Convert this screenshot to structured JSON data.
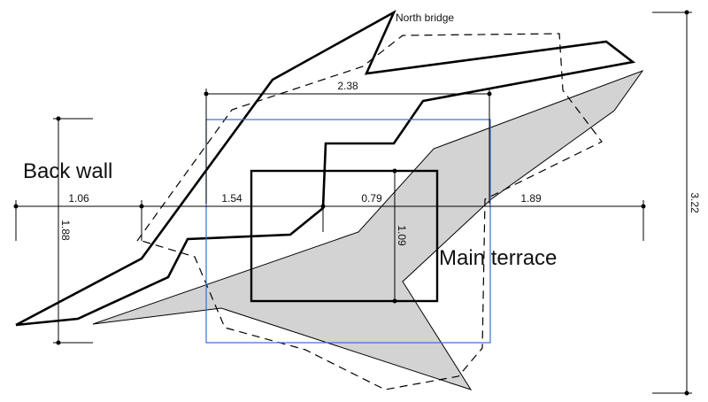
{
  "labels": {
    "north_bridge": "North bridge",
    "back_wall": "Back wall",
    "main_terrace": "Main terrace"
  },
  "dimensions": {
    "top_width": "2.38",
    "seg_left": "1.06",
    "seg_mid_left": "1.54",
    "seg_mid_right": "0.79",
    "seg_right": "1.89",
    "left_height": "1.88",
    "inner_height": "1.09",
    "total_height": "3.22"
  },
  "colors": {
    "stroke": "#000000",
    "fill_gray": "#d3d3d3",
    "blue_frame": "#3a6fd0"
  }
}
